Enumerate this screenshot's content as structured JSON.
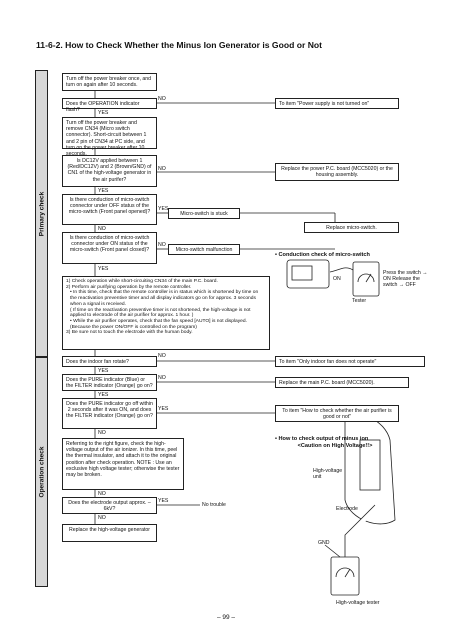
{
  "title": "11-6-2. How to Check Whether the Minus Ion Generator is Good or Not",
  "sections": {
    "primary": "Primary check",
    "operation": "Operation check"
  },
  "labels": {
    "yes": "YES",
    "no": "NO",
    "on": "ON",
    "tester": "Tester"
  },
  "steps": {
    "s1": "Turn off the power breaker once, and turn on again after 10 seconds.",
    "q1": "Does the OPERATION indicator flash?",
    "r1": "To item \"Power supply is not turned on\"",
    "s2": "Turn off the power breaker and remove CN34 (Micro switch connector). Short-circuit between 1 and 2 pin of CN34 at PC side, and turn on the power breaker after 10 seconds.",
    "q2": "Is DC12V applied between 1 (Red/DC12V) and 2 (Brown/GND) of CN1 of the high-voltage generator in the air purifer?",
    "r2": "Replace the power P.C. board (MCC5020) or the housing assembly.",
    "q3": "Is there conduction of micro-switch connector under OFF status of the micro-switch (Front panel opened)?",
    "r3": "Micro-switch is stuck",
    "r3b": "Replace micro-switch.",
    "q4": "Is there conduction of micro-switch connector under ON status of the micro-switch (Front panel closed)?",
    "r4": "Micro-switch malfunction",
    "micro_title": "• Conduction check of micro-switch",
    "micro_press": "Press the switch → ON Release the switch → OFF",
    "note1": "1) Check operation while short-circuiting CN34 of the main P.C. board.",
    "note2": "2) Perform air purifying operation by the remote controller.",
    "note2a": "• In this time, check that the remote controller is in status which is shortened by time on the reactivation preventive timer and all display indicators go on for approx. 3 seconds when a signal is received.",
    "note2b": "( If time on the reactivation preventive timer is not shortened, the high-voltage is not applied to electrode of the air purifier for approx. 1 hour. )",
    "note2c": "• While the air purifier operates, check that the fan speed [AUTO] is not displayed. (Because the power ON/OFF is controlled on the program)",
    "note3": "3) Be sure not to touch the electrode with the human body.",
    "q5": "Does the indoor fan rotate?",
    "r5": "To item \"Only indoor fan does not operate\"",
    "q6": "Does the PURE indicator (Blue) or the FILTER indicator (Orange) go on?",
    "r6": "Replace the main P.C. board (MCC5020).",
    "q7": "Does the PURE indicator go off within 2 seconds after it was ON, and does the FILTER indicator (Orange) go on?",
    "r7": "To item \"How to check whether the air purifier is good or not\"",
    "s8": "Referring to the right figure, check the high-voltage output of the air ionizer. In this time, peel the thermal insulator, and attach it to the original position after check operation. NOTE : Use an exclusive high voltage tester; otherwise the tester may be broken.",
    "q8": "Does the electrode output approx. –6kV?",
    "r8": "No trouble",
    "s9": "Replace the high-voltage generator",
    "ion_title": "• How to check output of minus ion",
    "ion_caution": "<Caution on High Voltage!!>",
    "hv_unit": "High-voltage unit",
    "electrode": "Electrode",
    "gnd": "GND",
    "hv_tester": "High-voltage tester"
  },
  "page_number": "– 99 –"
}
